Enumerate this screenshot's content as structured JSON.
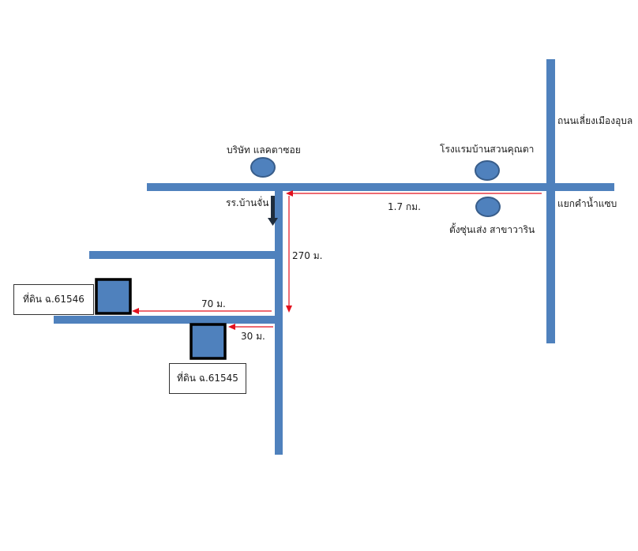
{
  "labels": {
    "ring_road": "ถนนเลี่ยงเมืองอุบล",
    "company": "บริษัท แลคตาซอย",
    "hotel": "โรงแรมบ้านสวนคุณตา",
    "school": "รร.บ้านจั่น",
    "intersection": "แยกคำน้ำแซบ",
    "shop": "ตั้งซุ่นเส่ง สาขาวาริน"
  },
  "distances": {
    "main_road": "1.7 กม.",
    "side_road": "270 ม.",
    "lower_left": "70 ม.",
    "lower_right": "30 ม."
  },
  "parcels": {
    "left": "ที่ดิน ฉ.61546",
    "right": "ที่ดิน ฉ.61545"
  },
  "colors": {
    "road": "#4f81bd",
    "landmark_fill": "#4f81bd",
    "landmark_stroke": "#385d8a",
    "arrow": "#e3101e",
    "parcel_border": "#000000",
    "school_arrow": "#1f2d3d"
  }
}
